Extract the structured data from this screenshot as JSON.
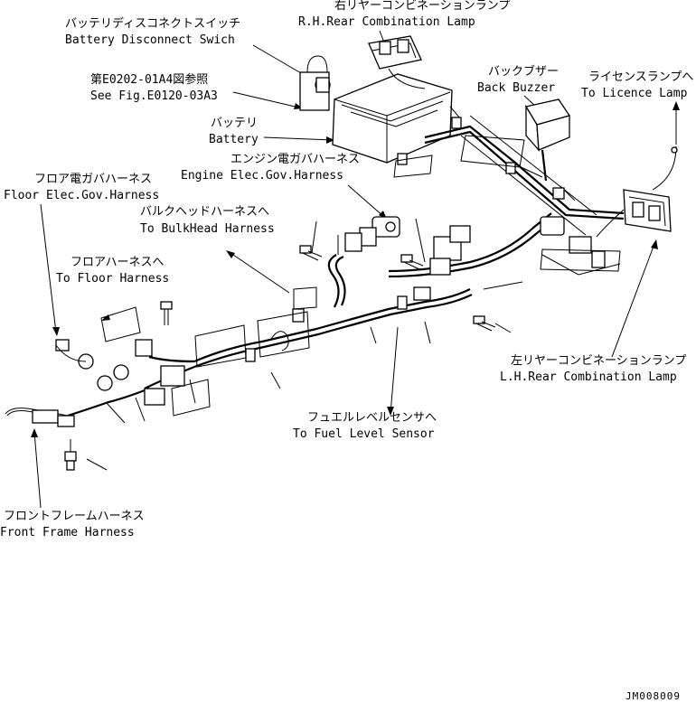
{
  "labels": {
    "battery_disconnect_switch": {
      "jp": "バッテリディスコネクトスイッチ",
      "en": "Battery Disconnect Swich"
    },
    "rh_rear_combination_lamp": {
      "jp": "右リヤーコンビネーションランプ",
      "en": "R.H.Rear Combination Lamp"
    },
    "see_fig": {
      "jp": "第E0202-01A4図参照",
      "en": "See Fig.E0120-03A3"
    },
    "battery": {
      "jp": "バッテリ",
      "en": "Battery"
    },
    "back_buzzer": {
      "jp": "バックブザー",
      "en": "Back Buzzer"
    },
    "to_licence_lamp": {
      "jp": "ライセンスランプへ",
      "en": "To Licence Lamp"
    },
    "engine_elec_gov_harness": {
      "jp": "エンジン電ガバハーネス",
      "en": "Engine Elec.Gov.Harness"
    },
    "floor_elec_gov_harness": {
      "jp": "フロア電ガバハーネス",
      "en": "Floor Elec.Gov.Harness"
    },
    "to_bulkhead_harness": {
      "jp": "バルクヘッドハーネスへ",
      "en": "To BulkHead Harness"
    },
    "to_floor_harness": {
      "jp": "フロアハーネスへ",
      "en": "To Floor Harness"
    },
    "lh_rear_combination_lamp": {
      "jp": "左リヤーコンビネーションランプ",
      "en": "L.H.Rear Combination Lamp"
    },
    "to_fuel_level_sensor": {
      "jp": "フュエルレベルセンサへ",
      "en": "To Fuel Level Sensor"
    },
    "front_frame_harness": {
      "jp": "フロントフレームハーネス",
      "en": "Front Frame Harness"
    }
  },
  "drawing_code": "JM008009"
}
